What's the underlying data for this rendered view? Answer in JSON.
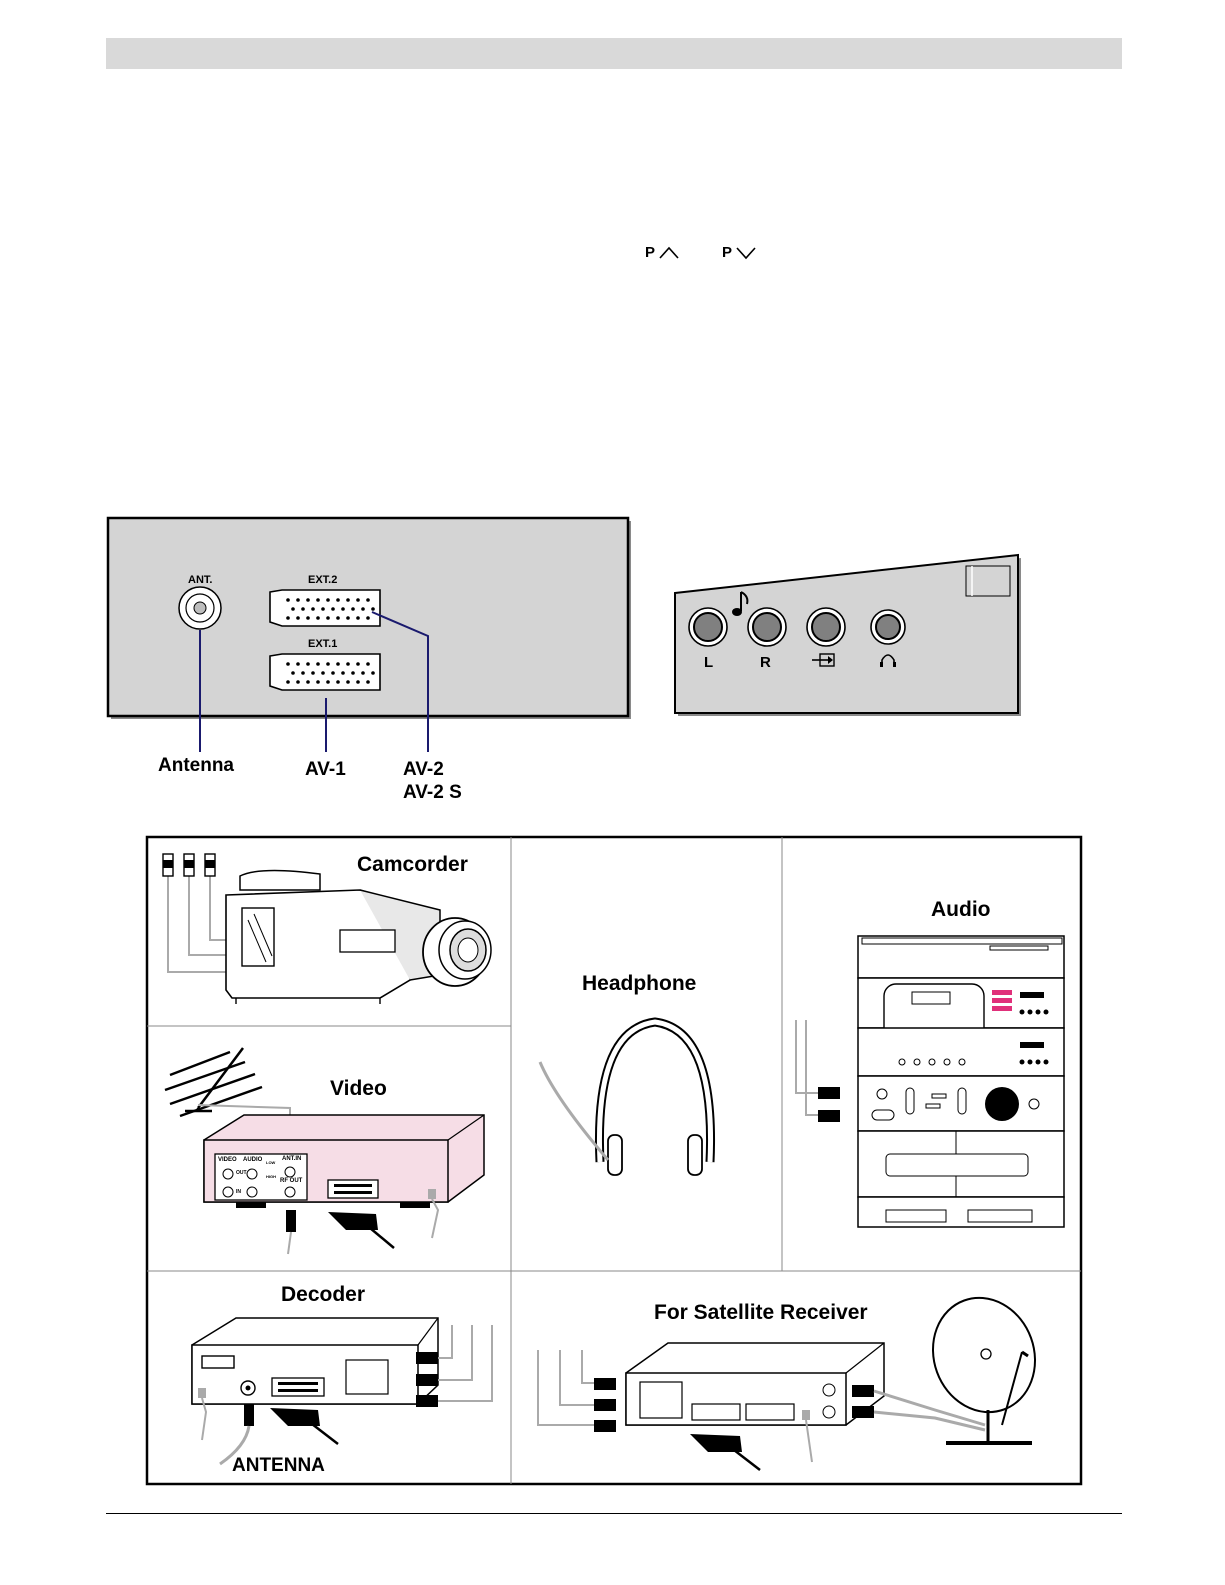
{
  "channel_keys": {
    "up": "P",
    "down": "P"
  },
  "rear_panel": {
    "ant_label": "ANT.",
    "ext2_label": "EXT.2",
    "ext1_label": "EXT.1",
    "callouts": {
      "antenna": "Antenna",
      "av1": "AV-1",
      "av2": "AV-2",
      "av2s": "AV-2 S"
    }
  },
  "side_panel": {
    "jack_l": "L",
    "jack_r": "R"
  },
  "devices": {
    "camcorder": "Camcorder",
    "headphone": "Headphone",
    "audio": "Audio",
    "video": "Video",
    "video_panel": {
      "video": "VIDEO",
      "audio": "AUDIO",
      "out": "OUT",
      "in": "IN",
      "low": "LOW",
      "high": "HIGH",
      "antin": "ANT.IN",
      "rfout": "RF OUT"
    },
    "decoder": "Decoder",
    "decoder_antenna": "ANTENNA",
    "satellite": "For Satellite Receiver"
  },
  "colors": {
    "header": "#d9d9d9",
    "panel": "#d4d4d4",
    "callout_line": "#1a1a6e",
    "vcr_pink": "#f6dde6",
    "audio_magenta": "#e0307a"
  }
}
